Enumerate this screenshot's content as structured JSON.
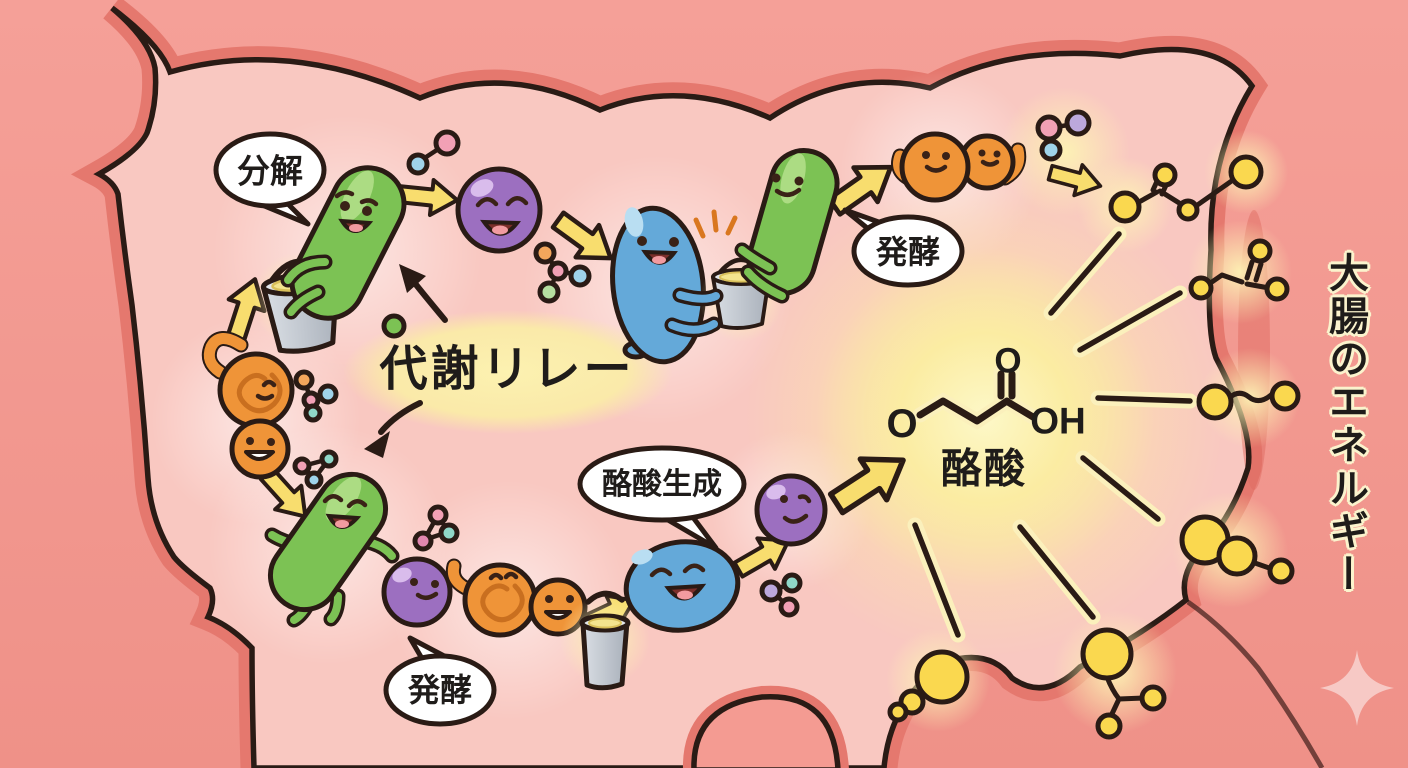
{
  "labels": {
    "decompose": "分解",
    "relay": "代謝リレー",
    "ferment_top": "発酵",
    "butyrate_production": "酪酸生成",
    "ferment_bottom": "発酵",
    "butyric_acid": "酪酸",
    "o_left": "O",
    "o_top": "O",
    "oh": "OH",
    "energy_caption": "大腸のエネルギー"
  },
  "palette": {
    "bg-salmon": "#F49B92",
    "bg-salmon-2": "#EF8E86",
    "wall-band": "#E5786E",
    "wall-streak": "#DF6C62",
    "lumen-pink": "#F9C8C1",
    "outline-dark": "#2A1B15",
    "green-body": "#7CC254",
    "green-light": "#B5E08C",
    "blue-body": "#64A9D9",
    "blue-light": "#B9DEF2",
    "purple-body": "#9C6FC0",
    "purple-light": "#D9BCEC",
    "orange-body": "#EF9438",
    "orange-swirl": "#C96F1F",
    "arrow-yellow": "#F8DD6E",
    "molecule-yellow": "#FAD84F",
    "glow-cream": "#FBF0BC",
    "bucket-gray": "#C2C8CF",
    "bucket-light": "#E2E6EA",
    "liquid-yellow": "#F3E48E",
    "bubble-white": "#FFFFFF",
    "text-dark": "#1F1C1A",
    "caption-outline": "#FBF3CD",
    "sparkle-pink": "#F7C9C5",
    "mouth-dark": "#7C2F2A",
    "tongue-pink": "#F29BA0",
    "face-dark": "#3A2217",
    "spark-orange": "#D9771F",
    "mol-pink": "#F2A0B5",
    "mol-blue": "#9FD3EA",
    "mol-orange": "#F3A65C",
    "mol-green": "#B5DFA0",
    "mol-lavender": "#BCA8DC",
    "mol-teal": "#8FD8C8",
    "mol-magenta": "#E287B0"
  }
}
